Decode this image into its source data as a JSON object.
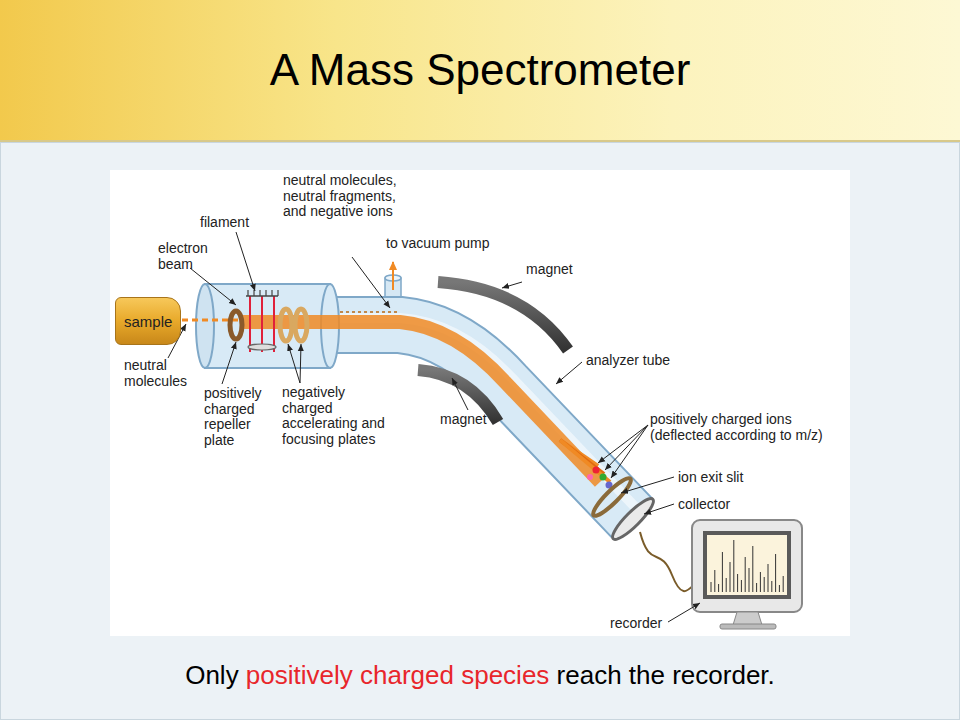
{
  "diagram": {
    "title": "A Mass Spectrometer",
    "caption": "Only positively charged species reach the recorder.",
    "nodes": [
      {
        "text": [
          "sample"
        ]
      }
    ],
    "labels": [
      "neutral molecules, neutral fragments, and negative ions",
      "to vacuum pump",
      "filament",
      "electron beam",
      "magnet",
      "neutral molecules",
      "positively charged repeller plate",
      "negatively charged accelerating and focusing plates",
      "magnet",
      "analyzer tube",
      "positively charged ions (deflected according to m/z)",
      "ion exit slit",
      "collector",
      "recorder"
    ]
  }
}
